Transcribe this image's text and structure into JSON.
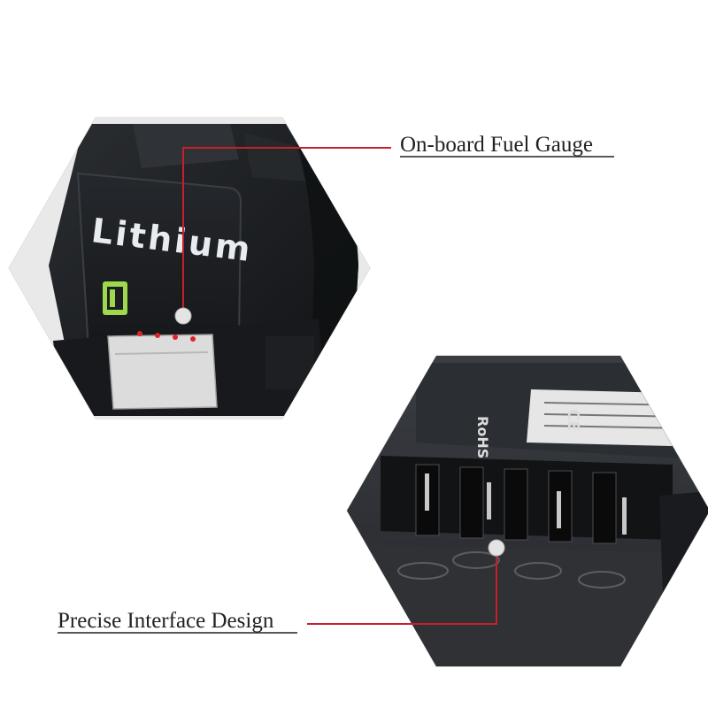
{
  "callouts": {
    "fuel_gauge": "On-board Fuel Gauge",
    "interface": "Precise Interface Design"
  },
  "battery_branding": {
    "brand_text": "Lithium",
    "label_mark_1": "RoHS",
    "label_mark_2": "CE"
  },
  "fuel_gauge": {
    "indicator_led_count": 4
  },
  "icons": {
    "gauge": "battery-level-icon",
    "marker": "callout-dot-icon"
  },
  "colors": {
    "callout_line": "#c8202a",
    "led": "#e0232a",
    "gauge_icon": "#9fd84a",
    "housing": "#1c1e21",
    "brand_text": "#e8ebf0",
    "label_text": "#222222"
  }
}
